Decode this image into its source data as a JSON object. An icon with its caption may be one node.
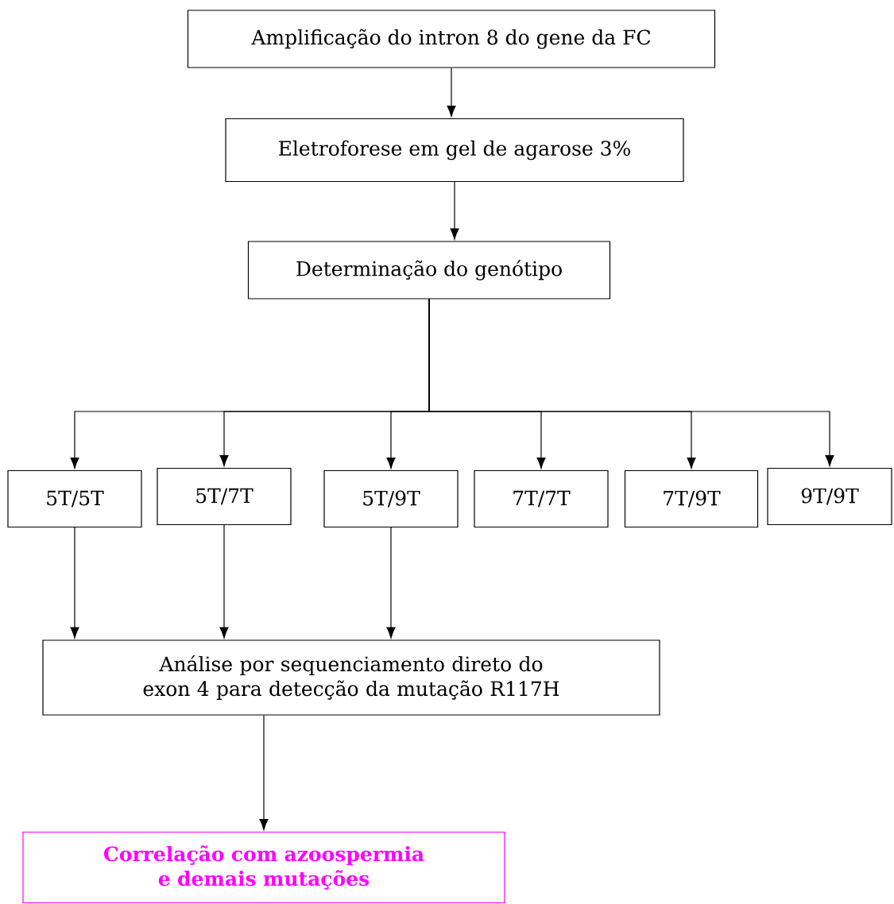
{
  "diagram": {
    "nodes": [
      {
        "text": [
          "Amplificação do intron 8 do gene da FC"
        ]
      },
      {
        "text": [
          "Eletroforese em gel de agarose 3%"
        ]
      },
      {
        "text": [
          "Determinação do genótipo"
        ]
      },
      {
        "text": [
          "5T/5T"
        ]
      },
      {
        "text": [
          "5T/7T"
        ]
      },
      {
        "text": [
          "5T/9T"
        ]
      },
      {
        "text": [
          "7T/7T"
        ]
      },
      {
        "text": [
          "7T/9T"
        ]
      },
      {
        "text": [
          "9T/9T"
        ]
      },
      {
        "text": [
          "Análise por sequenciamento direto do exon 4 para detecção da mutação R117H"
        ]
      },
      {
        "text": [
          "Correlação com azoospermia e demais mutações"
        ]
      }
    ],
    "edges": [
      {
        "from": 0,
        "to": 1,
        "arrow": "to"
      },
      {
        "from": 1,
        "to": 2,
        "arrow": "to"
      },
      {
        "from": 2,
        "to": 3,
        "arrow": "to"
      },
      {
        "from": 2,
        "to": 4,
        "arrow": "to"
      },
      {
        "from": 2,
        "to": 5,
        "arrow": "to"
      },
      {
        "from": 2,
        "to": 6,
        "arrow": "to"
      },
      {
        "from": 2,
        "to": 7,
        "arrow": "to"
      },
      {
        "from": 2,
        "to": 8,
        "arrow": "to"
      },
      {
        "from": 3,
        "to": 9,
        "arrow": "to"
      },
      {
        "from": 4,
        "to": 9,
        "arrow": "to"
      },
      {
        "from": 5,
        "to": 9,
        "arrow": "to"
      },
      {
        "from": 9,
        "to": 10,
        "arrow": "to"
      }
    ]
  }
}
